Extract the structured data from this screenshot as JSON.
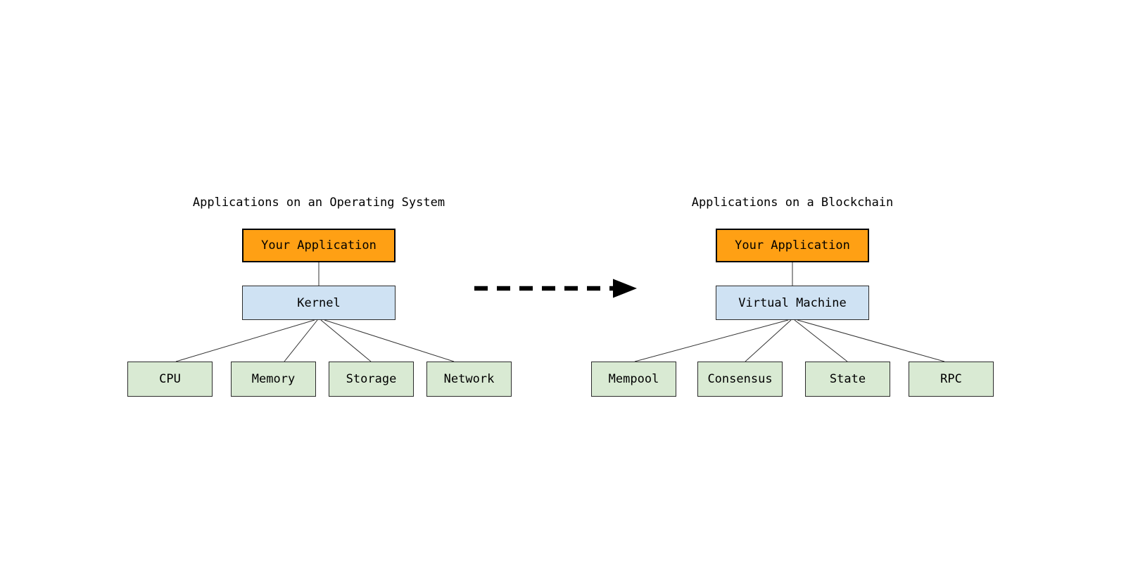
{
  "colors": {
    "bg": "#ffffff",
    "app_fill": "#FFA014",
    "app_border": "#000000",
    "mid_fill": "#CFE2F3",
    "leaf_fill": "#D9EAD3",
    "box_border": "#2b2b2b",
    "line": "#333333",
    "arrow": "#000000",
    "text": "#000000"
  },
  "left_diagram": {
    "title": "Applications on an Operating System",
    "app_box": {
      "label": "Your Application"
    },
    "mid_box": {
      "label": "Kernel"
    },
    "leaves": [
      {
        "label": "CPU"
      },
      {
        "label": "Memory"
      },
      {
        "label": "Storage"
      },
      {
        "label": "Network"
      }
    ]
  },
  "right_diagram": {
    "title": "Applications on a Blockchain",
    "app_box": {
      "label": "Your Application"
    },
    "mid_box": {
      "label": "Virtual Machine"
    },
    "leaves": [
      {
        "label": "Mempool"
      },
      {
        "label": "Consensus"
      },
      {
        "label": "State"
      },
      {
        "label": "RPC"
      }
    ]
  },
  "arrow": {
    "style": "dashed",
    "direction": "right"
  }
}
